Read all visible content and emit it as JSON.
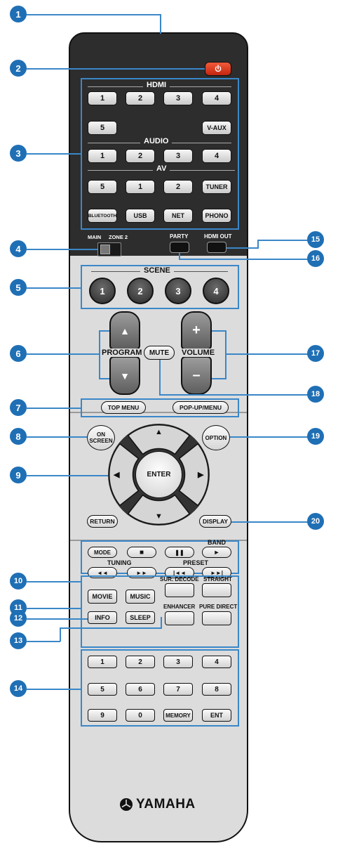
{
  "brand": "YAMAHA",
  "callouts": [
    "1",
    "2",
    "3",
    "4",
    "5",
    "6",
    "7",
    "8",
    "9",
    "10",
    "11",
    "12",
    "13",
    "14",
    "15",
    "16",
    "17",
    "18",
    "19",
    "20"
  ],
  "hdmi": {
    "title": "HDMI",
    "row1": [
      "1",
      "2",
      "3",
      "4"
    ],
    "row2_first": "5",
    "vaux": "V-AUX"
  },
  "audio": {
    "title": "AUDIO",
    "buttons": [
      "1",
      "2",
      "3",
      "4"
    ]
  },
  "av": {
    "title": "AV",
    "audio5": "5",
    "buttons": [
      "1",
      "2"
    ],
    "tuner": "TUNER"
  },
  "inputs_row": [
    "BLUETOOTH",
    "USB",
    "NET",
    "PHONO"
  ],
  "zone": {
    "main": "MAIN",
    "zone2": "ZONE 2"
  },
  "party": "PARTY",
  "hdmi_out": "HDMI OUT",
  "scene": {
    "title": "SCENE",
    "buttons": [
      "1",
      "2",
      "3",
      "4"
    ]
  },
  "program": {
    "label": "PROGRAM",
    "up": "▲",
    "down": "▼"
  },
  "mute": "MUTE",
  "volume": {
    "label": "VOLUME",
    "up": "+",
    "down": "–"
  },
  "menu": {
    "top": "TOP MENU",
    "popup": "POP-UP/MENU"
  },
  "on_screen": {
    "line1": "ON",
    "line2": "SCREEN"
  },
  "option": "OPTION",
  "enter": "ENTER",
  "arrows": {
    "up": "▲",
    "down": "▼",
    "left": "◀",
    "right": "▶"
  },
  "return": "RETURN",
  "display": "DISPLAY",
  "playback": {
    "mode": "MODE",
    "stop": "■",
    "pause": "❚❚",
    "band_label": "BAND",
    "play": "►"
  },
  "tuning": {
    "label": "TUNING",
    "rew": "◄◄",
    "ff": "►►"
  },
  "preset": {
    "label": "PRESET",
    "prev": "|◄◄",
    "next": "►►|"
  },
  "sound": {
    "movie": "MOVIE",
    "music": "MUSIC",
    "sur_decode": "SUR. DECODE",
    "straight": "STRAIGHT",
    "enhancer": "ENHANCER",
    "pure_direct": "PURE DIRECT"
  },
  "info": "INFO",
  "sleep": "SLEEP",
  "numpad": [
    "1",
    "2",
    "3",
    "4",
    "5",
    "6",
    "7",
    "8",
    "9",
    "0",
    "MEMORY",
    "ENT"
  ],
  "power_icon": "power-icon",
  "colors": {
    "callout": "#1f6fb5",
    "callout_line": "#3a87c8",
    "power": "#e03a1e",
    "remote_top": "#2d2d2d",
    "remote_bottom": "#dcdcdc"
  }
}
